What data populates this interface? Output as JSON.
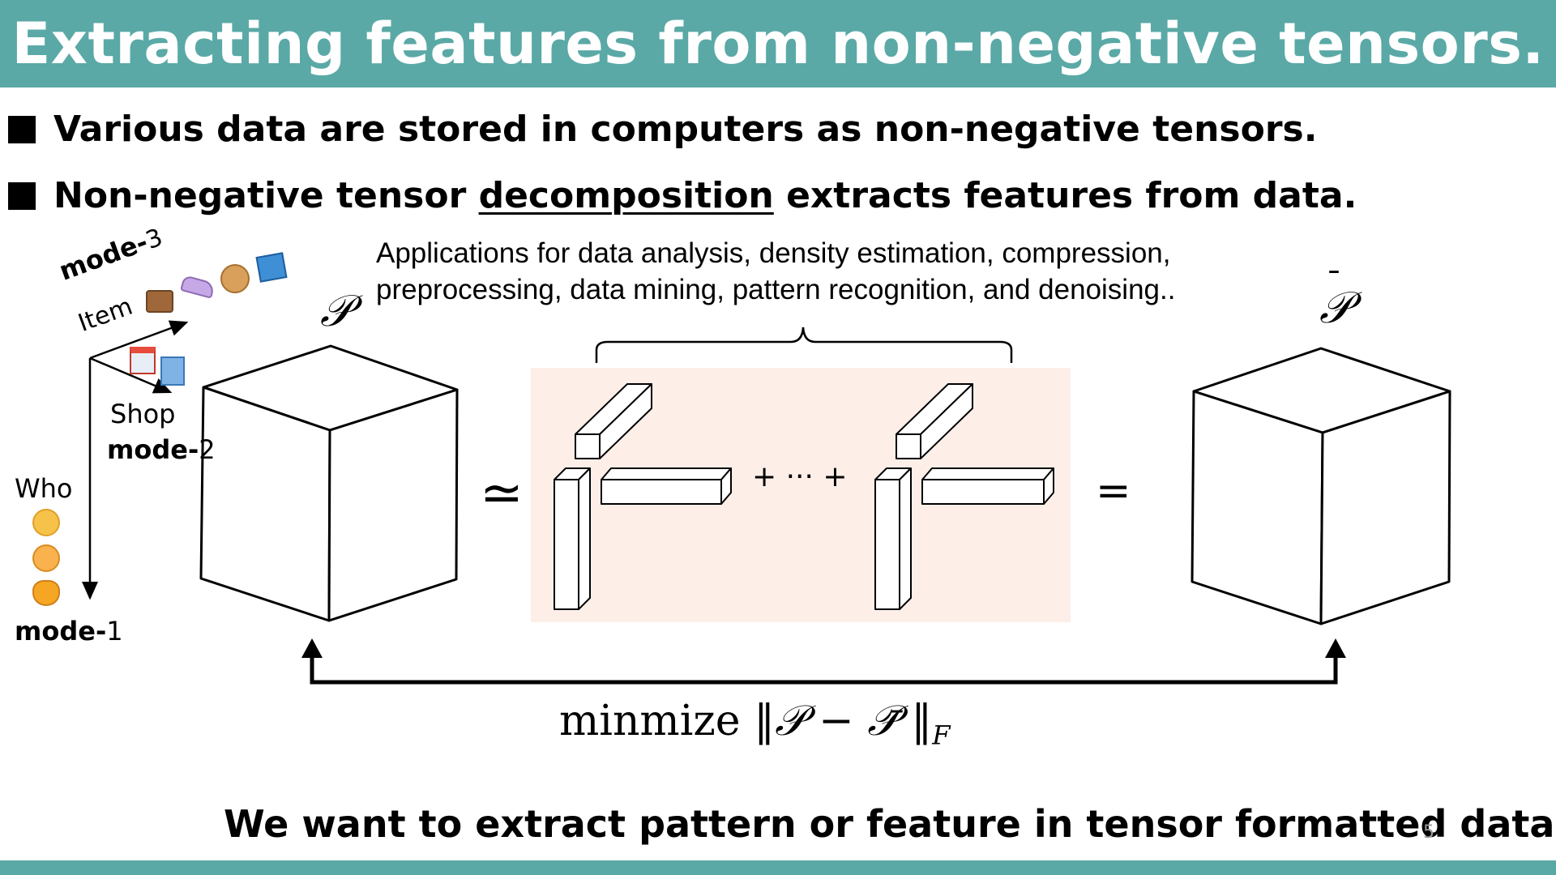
{
  "title": "Extracting features from non-negative tensors.",
  "bullets": [
    {
      "text": "Various data are stored in computers as non-negative tensors."
    },
    {
      "before": "Non-negative tensor ",
      "underlined": "decomposition",
      "after": " extracts features from data."
    }
  ],
  "applications": {
    "line1": "Applications for data analysis, density estimation, compression,",
    "line2": "preprocessing, data mining, pattern recognition, and denoising.."
  },
  "axes": {
    "mode1": {
      "mode": "mode-",
      "num": "1",
      "label": "Who"
    },
    "mode2": {
      "mode": "mode-",
      "num": "2",
      "label": "Shop"
    },
    "mode3": {
      "mode": "mode-",
      "num": "3",
      "label": "Item"
    }
  },
  "symbols": {
    "tensor": "𝒫",
    "approx": "≃",
    "plus_dots": "+ ··· +",
    "equals": "="
  },
  "objective": {
    "prefix": "minmize ",
    "norm_open": "‖",
    "p": "𝒫",
    "minus": " − ",
    "pbar": "𝒫̄",
    "norm_close": " ‖",
    "sub": "F"
  },
  "footer": "We want to extract pattern or feature in tensor formatted data",
  "page_number": "5",
  "icons": {
    "who": [
      "person-icon",
      "woman-icon",
      "cat-icon"
    ],
    "shop": [
      "store-icon",
      "building-icon"
    ],
    "item": [
      "handbag-icon",
      "shoe-icon",
      "cookie-icon",
      "kimono-icon"
    ]
  },
  "colors": {
    "header": "#5aa9a6",
    "factor_bg": "#fdeee8"
  }
}
